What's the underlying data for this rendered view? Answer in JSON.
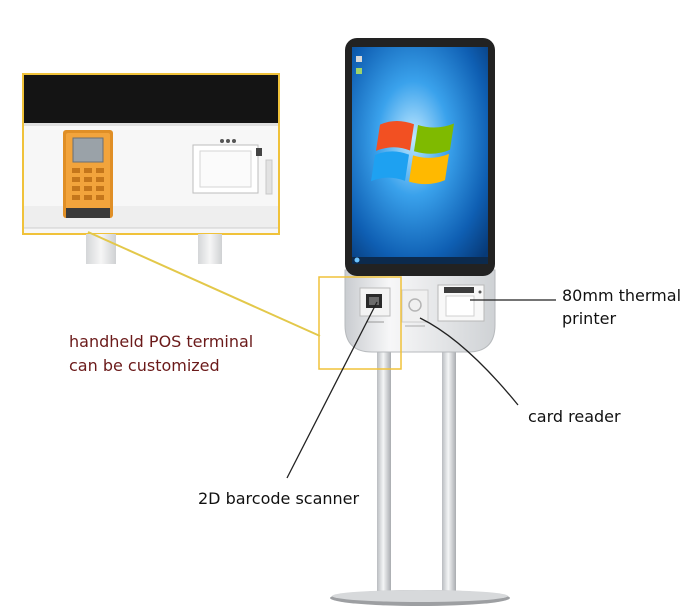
{
  "labels": {
    "pos_terminal_line1": "handheld POS terminal",
    "pos_terminal_line2": "can be customized",
    "printer_line1": "80mm thermal",
    "printer_line2": "printer",
    "card_reader": "card reader",
    "barcode_scanner": "2D barcode scanner"
  },
  "colors": {
    "callout_line": "#e3c84a",
    "zoom_highlight": "#f0c23a",
    "pos_terminal": "#f1a23a",
    "desktop_blue": "#1a7fd6",
    "kiosk_frame": "#222222",
    "red_label": "#6b1a1a"
  },
  "icons": {
    "screen_logo": "windows-logo-icon"
  }
}
